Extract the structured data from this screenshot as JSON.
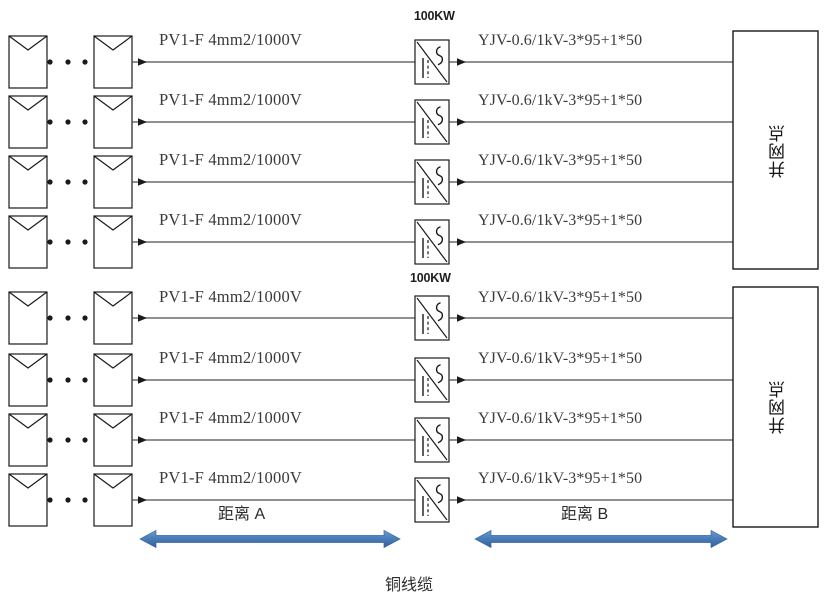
{
  "diagram": {
    "title_caption": "铜线缆",
    "dc_cable_label": "PV1-F  4mm2/1000V",
    "ac_cable_label": "YJV-0.6/1kV-3*95+1*50",
    "inverter_rating": "100KW",
    "grid_point_label": "并网点",
    "distance_a_label": "距离 A",
    "distance_b_label": "距离 B",
    "colors": {
      "line": "#4d4d4d",
      "box_stroke": "#1a1a1a",
      "arrow_blue": "#4a7ebb",
      "arrow_blue_dark": "#3a6ba5",
      "text": "#3a3a3a"
    },
    "groups": [
      {
        "id": "group-1",
        "inverter_rating": "100KW",
        "grid_point_label": "并网点",
        "strings": [
          {
            "dc_cable_label": "PV1-F  4mm2/1000V",
            "ac_cable_label": "YJV-0.6/1kV-3*95+1*50"
          },
          {
            "dc_cable_label": "PV1-F  4mm2/1000V",
            "ac_cable_label": "YJV-0.6/1kV-3*95+1*50"
          },
          {
            "dc_cable_label": "PV1-F  4mm2/1000V",
            "ac_cable_label": "YJV-0.6/1kV-3*95+1*50"
          },
          {
            "dc_cable_label": "PV1-F  4mm2/1000V",
            "ac_cable_label": "YJV-0.6/1kV-3*95+1*50"
          }
        ]
      },
      {
        "id": "group-2",
        "inverter_rating": "100KW",
        "grid_point_label": "并网点",
        "strings": [
          {
            "dc_cable_label": "PV1-F  4mm2/1000V",
            "ac_cable_label": "YJV-0.6/1kV-3*95+1*50"
          },
          {
            "dc_cable_label": "PV1-F  4mm2/1000V",
            "ac_cable_label": "YJV-0.6/1kV-3*95+1*50"
          },
          {
            "dc_cable_label": "PV1-F  4mm2/1000V",
            "ac_cable_label": "YJV-0.6/1kV-3*95+1*50"
          },
          {
            "dc_cable_label": "PV1-F  4mm2/1000V",
            "ac_cable_label": "YJV-0.6/1kV-3*95+1*50"
          }
        ]
      }
    ],
    "ellipsis_dots": "• • •"
  }
}
